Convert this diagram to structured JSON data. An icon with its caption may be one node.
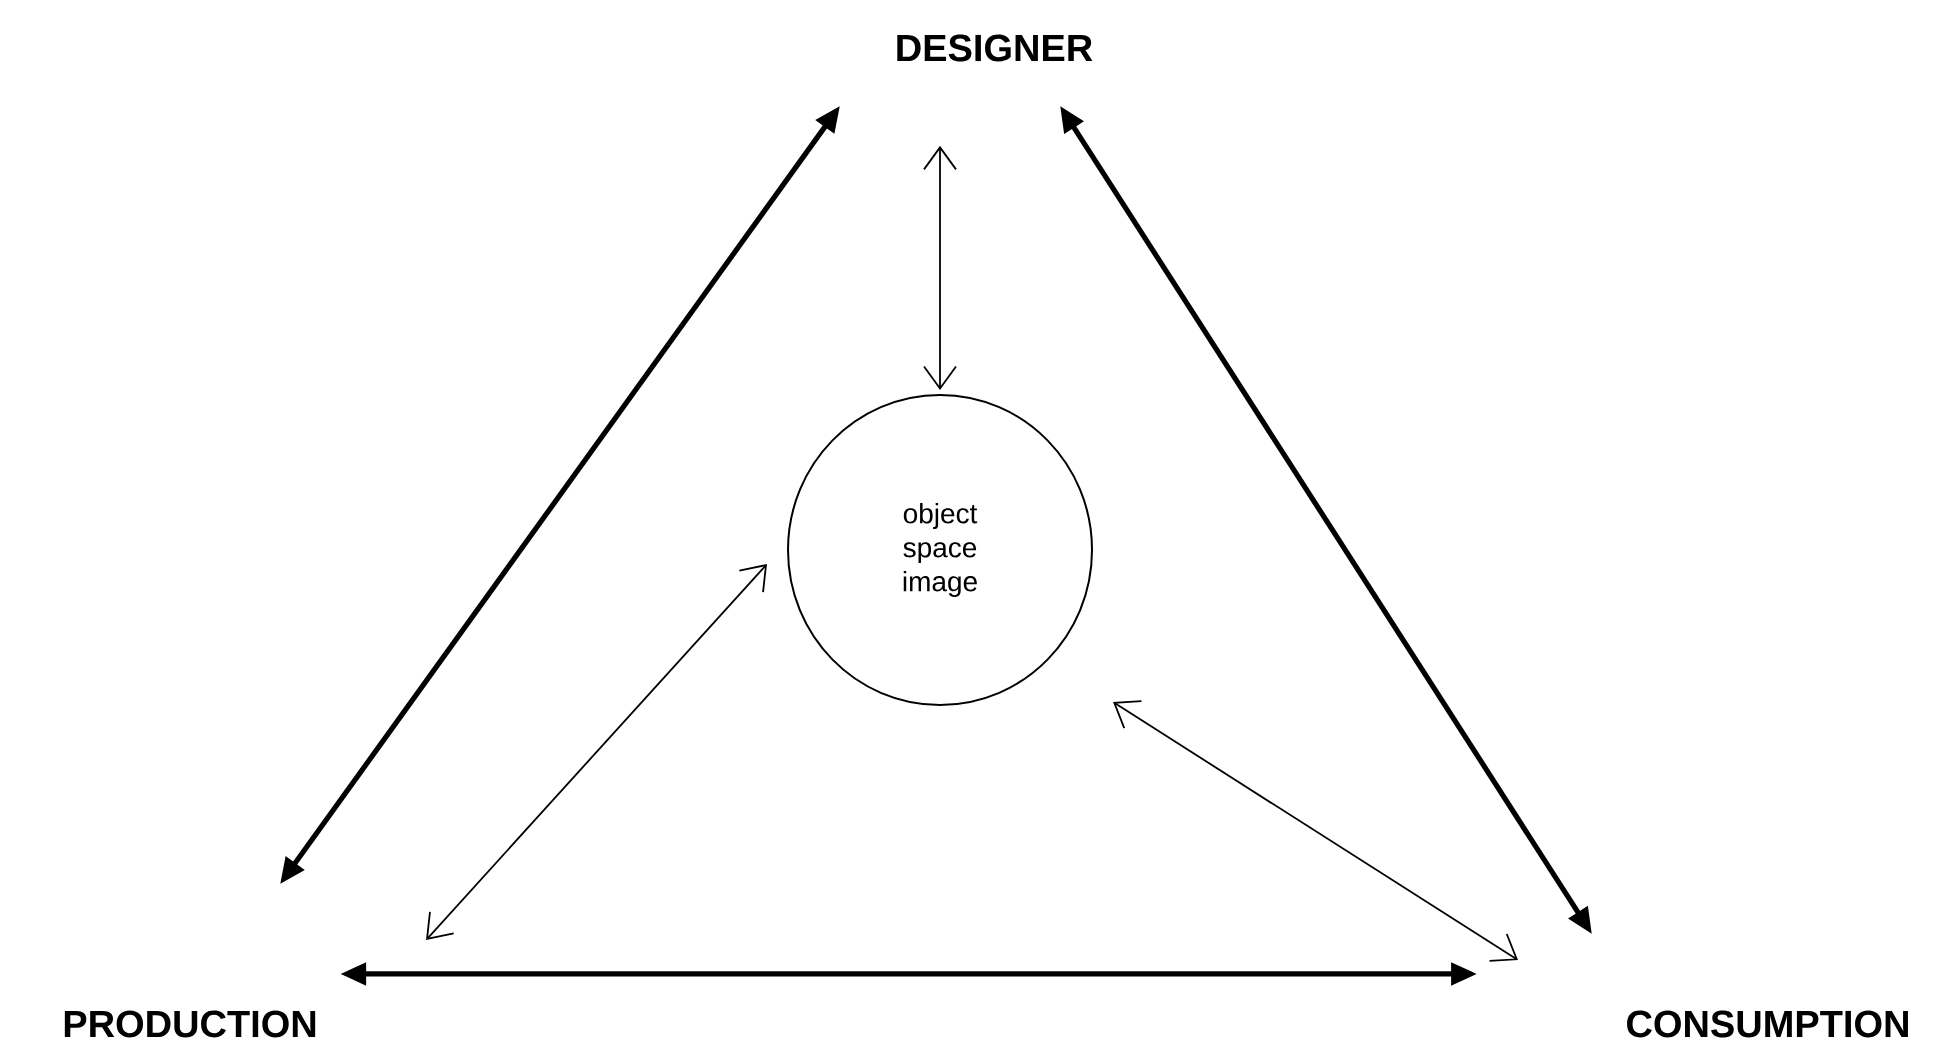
{
  "diagram": {
    "nodes": [
      {
        "text": [
          "DESIGNER"
        ]
      },
      {
        "text": [
          "object space image"
        ]
      },
      {
        "text": [
          "PRODUCTION"
        ]
      },
      {
        "text": [
          "CONSUMPTION"
        ]
      }
    ],
    "edges": [
      {
        "from": 2,
        "to": 0,
        "arrow": "both",
        "style": "thick"
      },
      {
        "from": 0,
        "to": 3,
        "arrow": "both",
        "style": "thick"
      },
      {
        "from": 2,
        "to": 3,
        "arrow": "both",
        "style": "thick"
      },
      {
        "from": 0,
        "to": 1,
        "arrow": "both"
      },
      {
        "from": 1,
        "to": 2,
        "arrow": "both"
      },
      {
        "from": 1,
        "to": 3,
        "arrow": "both"
      }
    ]
  }
}
